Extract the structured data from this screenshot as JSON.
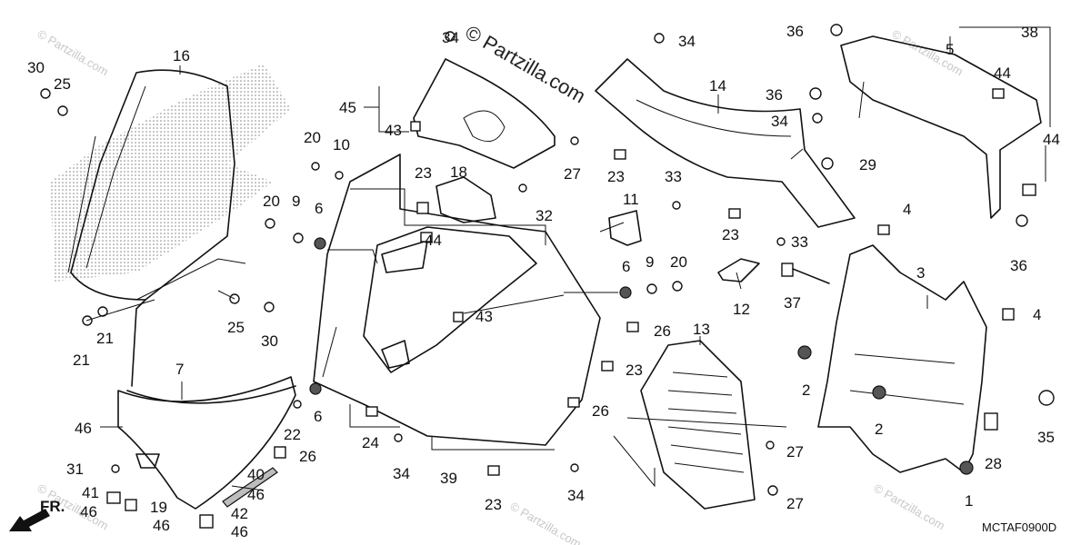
{
  "diagram": {
    "diagram_code": "MCTAF0900D",
    "watermark_text": "© Partzilla.com",
    "watermark_repeat_text": "© Partzilla.com",
    "direction_arrow_label": "FR.",
    "callouts": [
      "1",
      "2",
      "2",
      "3",
      "4",
      "4",
      "5",
      "6",
      "6",
      "6",
      "7",
      "9",
      "9",
      "10",
      "11",
      "12",
      "13",
      "14",
      "16",
      "18",
      "19",
      "20",
      "20",
      "20",
      "21",
      "21",
      "22",
      "23",
      "23",
      "23",
      "23",
      "23",
      "24",
      "25",
      "25",
      "26",
      "26",
      "26",
      "27",
      "27",
      "27",
      "28",
      "29",
      "30",
      "30",
      "31",
      "32",
      "33",
      "33",
      "34",
      "34",
      "34",
      "34",
      "34",
      "35",
      "36",
      "36",
      "36",
      "37",
      "38",
      "39",
      "40",
      "41",
      "42",
      "43",
      "43",
      "44",
      "44",
      "44",
      "45",
      "46",
      "46",
      "46",
      "46",
      "46"
    ]
  },
  "colors": {
    "line": "#111111",
    "watermark": "#c8c8c8",
    "background": "#ffffff"
  },
  "icons": {
    "direction_arrow": "arrow-down-left-icon",
    "copyright": "copyright-icon"
  }
}
